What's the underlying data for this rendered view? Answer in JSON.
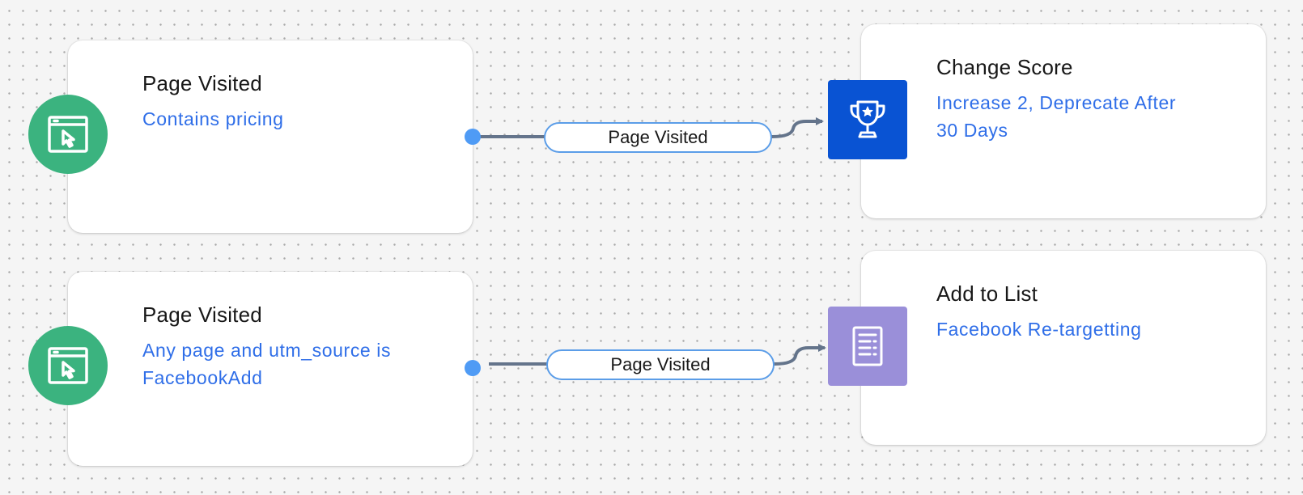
{
  "colors": {
    "trigger_green": "#3bb37f",
    "score_blue": "#0953d3",
    "list_purple": "#9a8fd9",
    "link_blue": "#2f6ee8",
    "port_blue": "#4f9bf5",
    "edge_gray": "#64748b"
  },
  "triggers": [
    {
      "icon": "browser-cursor-icon",
      "title": "Page Visited",
      "detail_lines": [
        "Contains pricing"
      ]
    },
    {
      "icon": "browser-cursor-icon",
      "title": "Page Visited",
      "detail_lines": [
        "Any page and utm_source is",
        "FacebookAdd"
      ]
    }
  ],
  "edges": [
    {
      "label": "Page Visited"
    },
    {
      "label": "Page Visited"
    }
  ],
  "actions": [
    {
      "icon": "trophy-icon",
      "title": "Change Score",
      "detail_lines": [
        "Increase 2, Deprecate After",
        "30 Days"
      ]
    },
    {
      "icon": "list-document-icon",
      "title": "Add to List",
      "detail_lines": [
        "Facebook Re-targetting"
      ]
    }
  ]
}
